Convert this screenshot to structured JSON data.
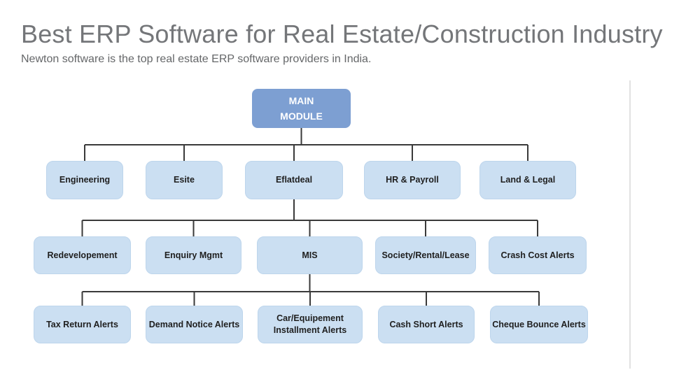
{
  "header": {
    "title": "Best ERP Software for Real Estate/Construction Industry",
    "subtitle": "Newton software is the top real estate ERP software providers in India."
  },
  "chart": {
    "type": "org-hierarchy",
    "root": "MAIN MODULE",
    "level2": {
      "parent": "MAIN MODULE",
      "nodes": [
        "Engineering",
        "Esite",
        "Eflatdeal",
        "HR & Payroll",
        "Land & Legal"
      ]
    },
    "level3": {
      "parent": "Eflatdeal",
      "nodes": [
        "Redevelopement",
        "Enquiry Mgmt",
        "MIS",
        "Society/Rental/Lease",
        "Crash Cost Alerts"
      ]
    },
    "level4": {
      "parent": "MIS",
      "nodes": [
        "Tax Return Alerts",
        "Demand Notice Alerts",
        "Car/Equipement Installment Alerts",
        "Cash Short Alerts",
        "Cheque Bounce Alerts"
      ]
    }
  },
  "colors": {
    "title-text": "#747679",
    "subtitle-text": "#656769",
    "root-box-bg": "#7d9fd2",
    "root-box-text": "#ffffff",
    "child-box-bg": "#cbdff2",
    "child-box-border": "#bdd5ec",
    "box-text": "#1f1f1f",
    "connector": "#3a3a3a",
    "divider": "#e1e1e1"
  }
}
